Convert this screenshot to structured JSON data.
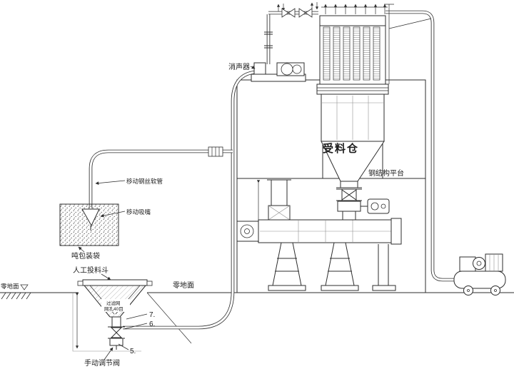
{
  "diagram": {
    "labels": {
      "muffler": "消声器",
      "silo": "受料仓",
      "platform": "钢结构平台",
      "hose": "移动钢丝软管",
      "suction_nozzle": "移动吸嘴",
      "ton_bag": "吨包装袋",
      "feed_hopper": "人工投料斗",
      "screen_line1": "过滤网",
      "screen_line2": "网孔40目",
      "ground_left": "零地面",
      "ground_center": "零地面",
      "manual_valve": "手动调节阀",
      "part7": "7.",
      "part6": "6.",
      "part5": "5."
    }
  }
}
